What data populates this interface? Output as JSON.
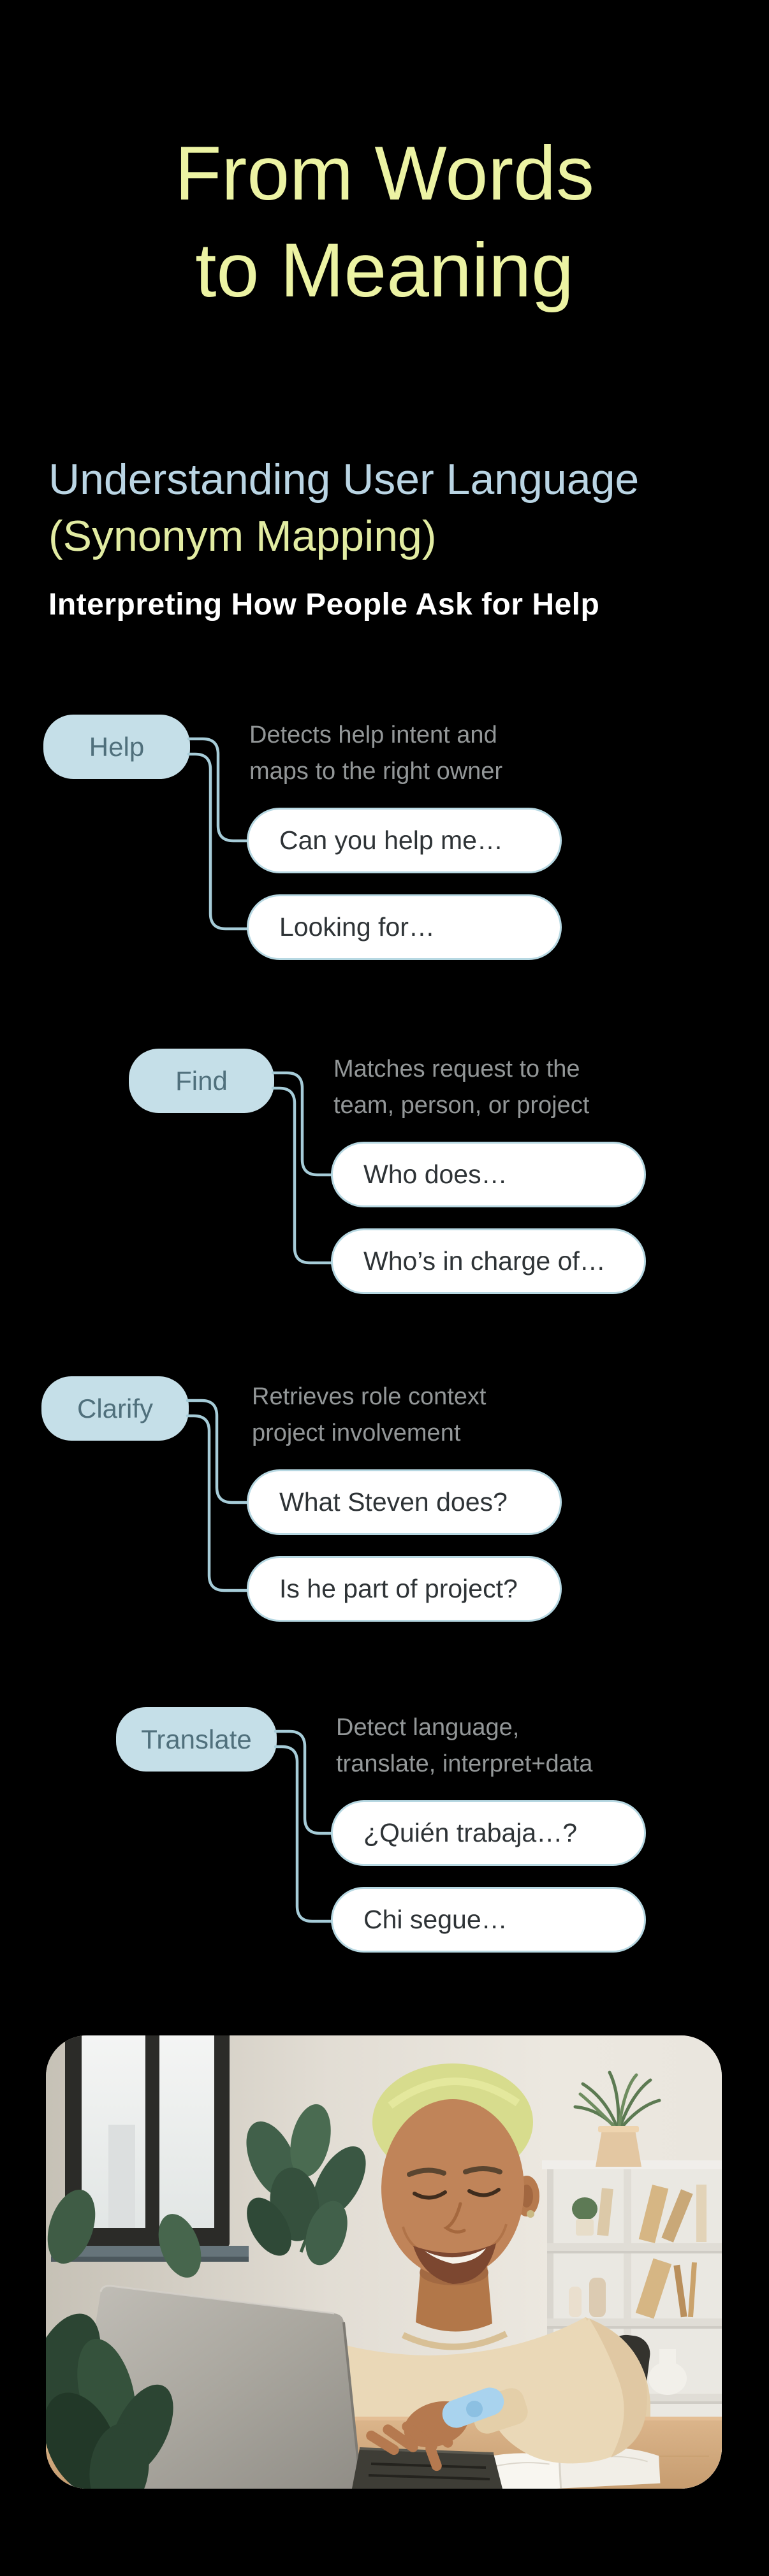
{
  "header": {
    "title_line1": "From Words",
    "title_line2": "to Meaning",
    "subtitle_line1": "Understanding User Language",
    "subtitle_line2": "(Synonym Mapping)",
    "tagline": "Interpreting How People Ask for Help"
  },
  "sections": [
    {
      "label": "Help",
      "description_lines": [
        "Detects help intent and",
        "maps to the right owner"
      ],
      "bubbles": [
        "Can you help me…",
        "Looking for…"
      ]
    },
    {
      "label": "Find",
      "description_lines": [
        "Matches request to the",
        "team, person, or project"
      ],
      "bubbles": [
        "Who does…",
        "Who’s in charge of…"
      ]
    },
    {
      "label": "Clarify",
      "description_lines": [
        "Retrieves role context",
        "project involvement"
      ],
      "bubbles": [
        "What Steven does?",
        "Is he part of project?"
      ]
    },
    {
      "label": "Translate",
      "description_lines": [
        "Detect language,",
        "translate, interpret+data"
      ],
      "bubbles": [
        "¿Quién trabaja…?",
        "Chi segue…"
      ]
    }
  ],
  "photo": {
    "description": "Smiling person with short bleached hair typing on a laptop at a bright home-office desk with plants, a window and white shelves"
  },
  "colors": {
    "background": "#000000",
    "title": "#ecf3a3",
    "subtitle_blue": "#bad5e4",
    "subtitle_green": "#e2eca2",
    "tagline": "#ffffff",
    "pill_fill": "#c5dfe8",
    "pill_text": "#50707c",
    "description_text": "#939798",
    "bubble_fill": "#ffffff",
    "bubble_border": "#b7d8e2",
    "bubble_text": "#2e3336",
    "connector": "#a6ccd8"
  }
}
